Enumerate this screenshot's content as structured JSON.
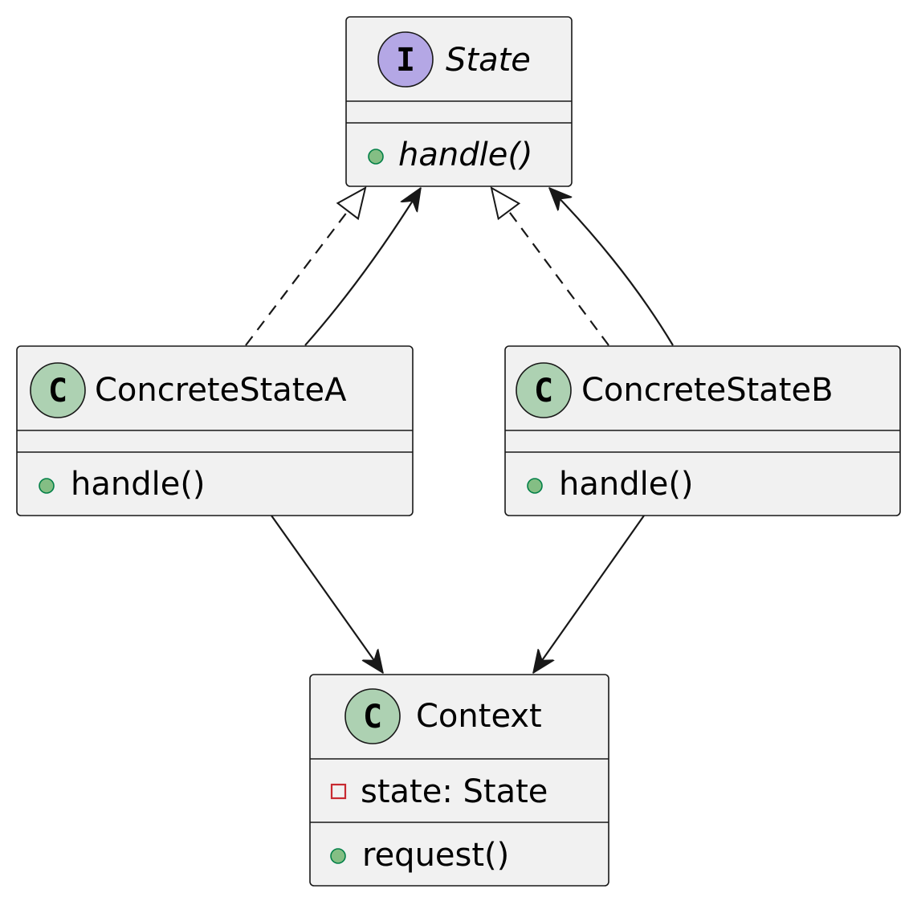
{
  "diagram": {
    "nodes": {
      "state": {
        "kind": "interface",
        "badge": "I",
        "name": "State",
        "fields": [],
        "methods": [
          {
            "visibility": "public",
            "signature": "handle()",
            "abstract": true
          }
        ]
      },
      "concrete_a": {
        "kind": "class",
        "badge": "C",
        "name": "ConcreteStateA",
        "fields": [],
        "methods": [
          {
            "visibility": "public",
            "signature": "handle()"
          }
        ]
      },
      "concrete_b": {
        "kind": "class",
        "badge": "C",
        "name": "ConcreteStateB",
        "fields": [],
        "methods": [
          {
            "visibility": "public",
            "signature": "handle()"
          }
        ]
      },
      "context": {
        "kind": "class",
        "badge": "C",
        "name": "Context",
        "fields": [
          {
            "visibility": "private",
            "signature": "state: State"
          }
        ],
        "methods": [
          {
            "visibility": "public",
            "signature": "request()"
          }
        ]
      }
    },
    "edges": [
      {
        "from": "concrete_a",
        "to": "state",
        "type": "realization"
      },
      {
        "from": "concrete_a",
        "to": "state",
        "type": "association"
      },
      {
        "from": "concrete_b",
        "to": "state",
        "type": "realization"
      },
      {
        "from": "concrete_b",
        "to": "state",
        "type": "association"
      },
      {
        "from": "concrete_a",
        "to": "context",
        "type": "association"
      },
      {
        "from": "concrete_b",
        "to": "context",
        "type": "association"
      }
    ]
  },
  "colors": {
    "box_fill": "#f1f1f1",
    "box_stroke": "#181818",
    "interface_badge": "#b4a7e5",
    "class_badge": "#add1b2",
    "public_marker": "#84be84",
    "public_marker_stroke": "#038048",
    "private_marker_stroke": "#c82930"
  }
}
